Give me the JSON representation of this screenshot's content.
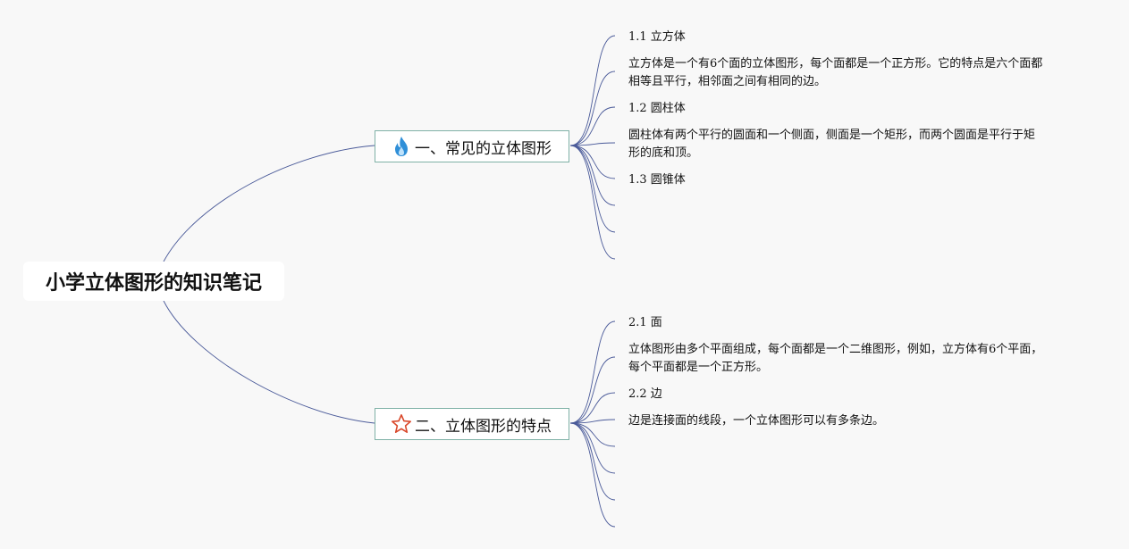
{
  "root": {
    "title": "小学立体图形的知识笔记"
  },
  "branches": [
    {
      "icon": "flame-icon",
      "label": "一、常见的立体图形",
      "items": [
        {
          "text": "1.1 立方体"
        },
        {
          "text": "立方体是一个有6个面的立体图形，每个面都是一个正方形。它的特点是六个面都\n相等且平行，相邻面之间有相同的边。"
        },
        {
          "text": "1.2 圆柱体"
        },
        {
          "text": "圆柱体有两个平行的圆面和一个侧面，侧面是一个矩形，而两个圆面是平行于矩\n形的底和顶。"
        },
        {
          "text": "1.3 圆锥体"
        },
        {
          "text": ""
        },
        {
          "text": ""
        },
        {
          "text": ""
        }
      ]
    },
    {
      "icon": "star-icon",
      "label": "二、立体图形的特点",
      "items": [
        {
          "text": "2.1 面"
        },
        {
          "text": "立体图形由多个平面组成，每个面都是一个二维图形，例如，立方体有6个平面，\n每个平面都是一个正方形。"
        },
        {
          "text": "2.2 边"
        },
        {
          "text": "边是连接面的线段，一个立体图形可以有多条边。"
        },
        {
          "text": ""
        },
        {
          "text": ""
        },
        {
          "text": ""
        },
        {
          "text": ""
        }
      ]
    }
  ],
  "colors": {
    "connector": "#4a5a99",
    "branch_border": "#7fb1a6",
    "flame": "#2f8fd8",
    "star": "#d9482b"
  }
}
